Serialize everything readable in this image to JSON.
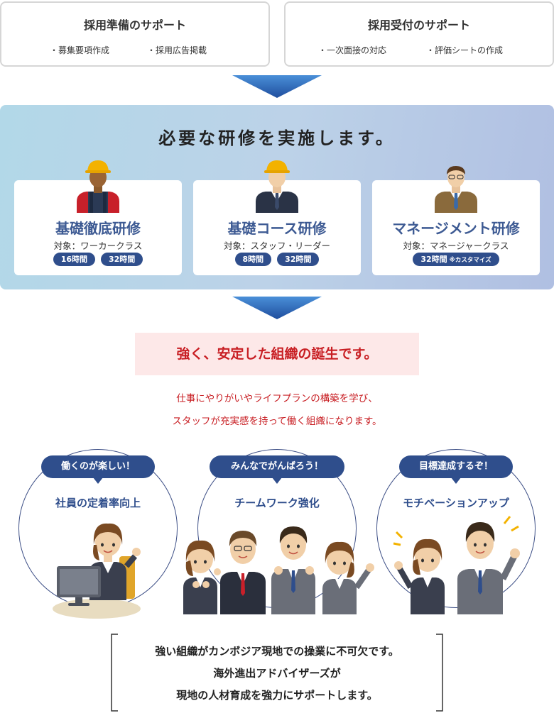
{
  "top": {
    "left": {
      "title": "採用準備のサポート",
      "items": [
        "・募集要項作成",
        "・採用広告掲載"
      ]
    },
    "right": {
      "title": "採用受付のサポート",
      "items": [
        "・一次面接の対応",
        "・評価シートの作成"
      ]
    }
  },
  "training": {
    "title": "必要な研修を実施します。",
    "courses": [
      {
        "name": "基礎徹底研修",
        "target": "対象：ワーカークラス",
        "hours": [
          "16時間",
          "32時間"
        ]
      },
      {
        "name": "基礎コース研修",
        "target": "対象：スタッフ・リーダー",
        "hours": [
          "8時間",
          "32時間"
        ]
      },
      {
        "name": "マネージメント研修",
        "target": "対象：マネージャークラス",
        "hours": [
          "32時間"
        ],
        "note": "※カスタマイズ"
      }
    ]
  },
  "result": {
    "headline": "強く、安定した組織の誕生です。",
    "line1": "仕事にやりがいやライフプランの構築を学び、",
    "line2": "スタッフが充実感を持って働く組織になります。"
  },
  "effects": [
    {
      "bubble": "働くのが楽しい！",
      "title": "社員の定着率向上"
    },
    {
      "bubble": "みんなでがんばろう！",
      "title": "チームワーク強化"
    },
    {
      "bubble": "目標達成するぞ！",
      "title": "モチベーションアップ"
    }
  ],
  "closing": {
    "line1": "強い組織がカンボジア現地での操業に不可欠です。",
    "line2": "海外進出アドバイザーズが",
    "line3": "現地の人材育成を強力にサポートします。"
  },
  "colors": {
    "navy": "#2f4e8c",
    "red": "#c81e23",
    "pink": "#fde8e8",
    "arrow": "#2e5fb0"
  }
}
